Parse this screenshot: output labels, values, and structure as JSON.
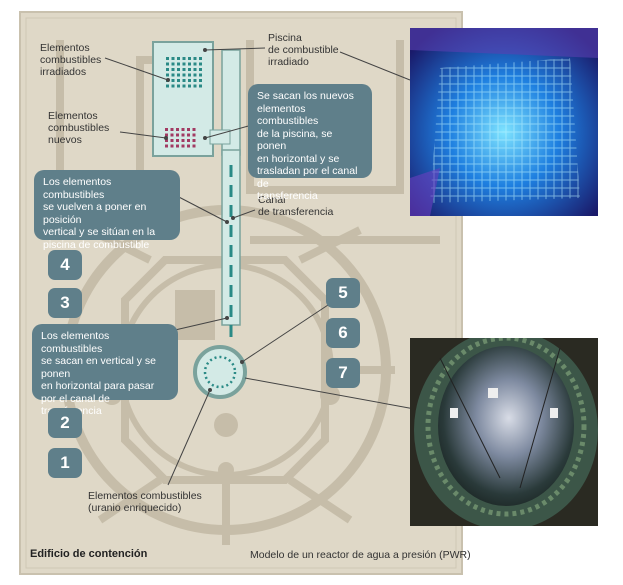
{
  "labels": {
    "irradiated_elements": "Elementos\ncombustibles\nirradiados",
    "pool": "Piscina\nde combustible\nirradiado",
    "new_elements": "Elementos\ncombustibles\nnuevos",
    "transfer_canal": "Canal\nde transferencia",
    "fuel_elements": "Elementos combustibles\n(uranio enriquecido)",
    "building": "Edificio de contención",
    "model": "Modelo de un reactor de agua a presión (PWR)"
  },
  "callouts": {
    "top_right": "Se sacan los nuevos\nelementos combustibles\nde la piscina, se ponen\nen horizontal y se\ntrasladan por el canal de\ntransferencia",
    "upper_left": "Los elementos combustibles\nse vuelven a poner en posición\nvertical y se sitúan en la\npiscina de combustible",
    "lower_left": "Los elementos combustibles\nse sacan en vertical y se ponen\nen horizontal para pasar\npor el canal de transferencia"
  },
  "steps": {
    "s1": "1",
    "s2": "2",
    "s3": "3",
    "s4": "4",
    "s5": "5",
    "s6": "6",
    "s7": "7"
  },
  "colors": {
    "background_panel": "#dfd8c7",
    "outline": "#c6bda9",
    "pool_fill": "#d3eae6",
    "pool_dots": "#2a8a86",
    "new_dots": "#a23a63",
    "callout": "#5f7f8a",
    "dash": "#2a8a86"
  }
}
